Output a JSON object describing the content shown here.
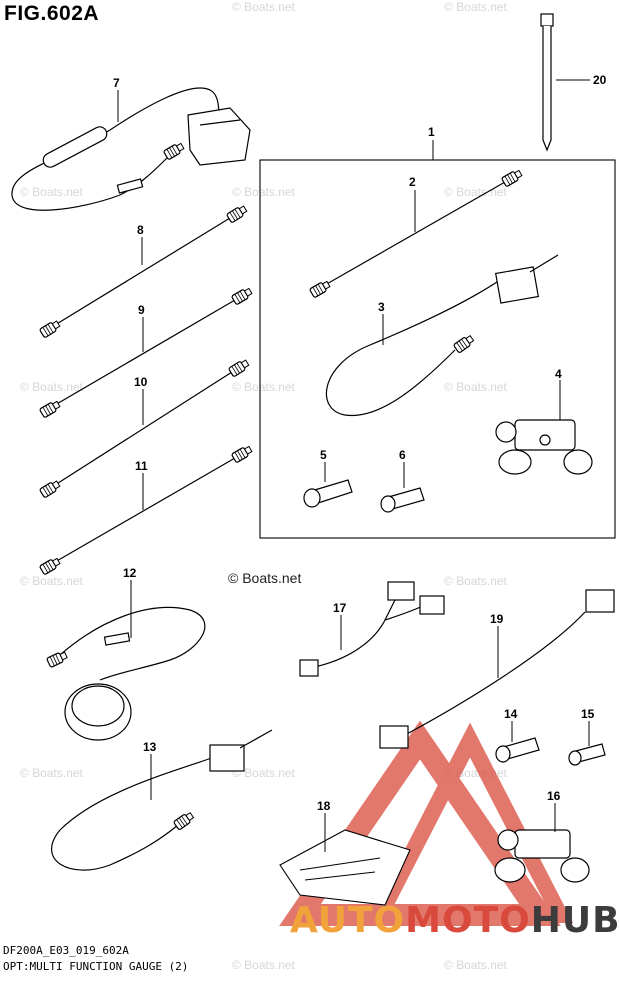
{
  "figure": {
    "title": "FIG.602A",
    "code": "DF200A_E03_019_602A",
    "description": "OPT:MULTI FUNCTION GAUGE (2)"
  },
  "watermark": {
    "text": "© Boats.net"
  },
  "brand": {
    "part1": "AUTO",
    "part2": "MOTO",
    "part3": "HUB",
    "colors": {
      "auto": "#f2a23a",
      "moto": "#d94a3c",
      "hub": "#3c3c3c"
    }
  },
  "callouts": [
    "1",
    "2",
    "3",
    "4",
    "5",
    "6",
    "7",
    "8",
    "9",
    "10",
    "11",
    "12",
    "13",
    "14",
    "15",
    "16",
    "17",
    "18",
    "19",
    "20"
  ]
}
